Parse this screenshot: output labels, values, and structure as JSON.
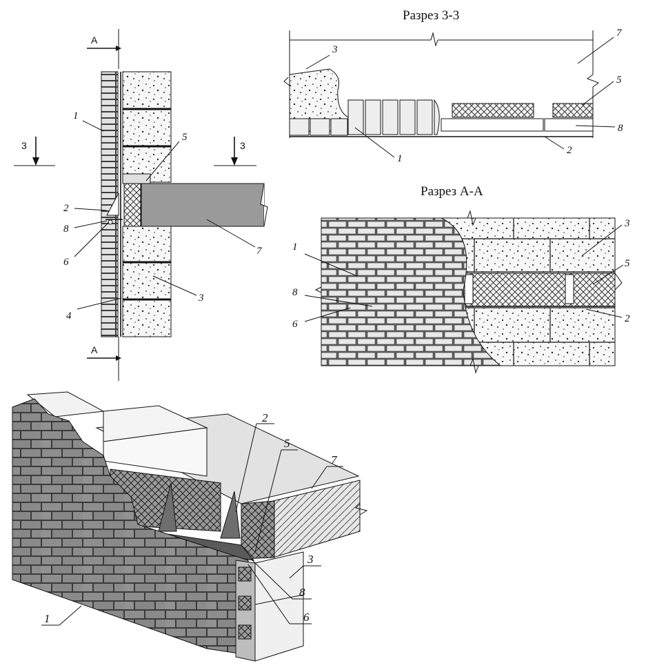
{
  "titles": {
    "section_3": "Разрез 3-3",
    "section_a": "Разрез А-А"
  },
  "section_marks": {
    "a": "А",
    "three": "3"
  },
  "callouts": {
    "n1": "1",
    "n2": "2",
    "n3": "3",
    "n4": "4",
    "n5": "5",
    "n6": "6",
    "n7": "7",
    "n8": "8"
  },
  "colors": {
    "brick_fill": "#e9e9e9",
    "brick_iso": "#8a8a8a",
    "concrete_fill": "#f7f7f7",
    "slab_fill": "#9a9a9a",
    "insulation_hatch": "#222222",
    "line": "#111111"
  },
  "icons": {
    "section_arrow": "arrow-down",
    "break_mark": "zigzag-break"
  }
}
